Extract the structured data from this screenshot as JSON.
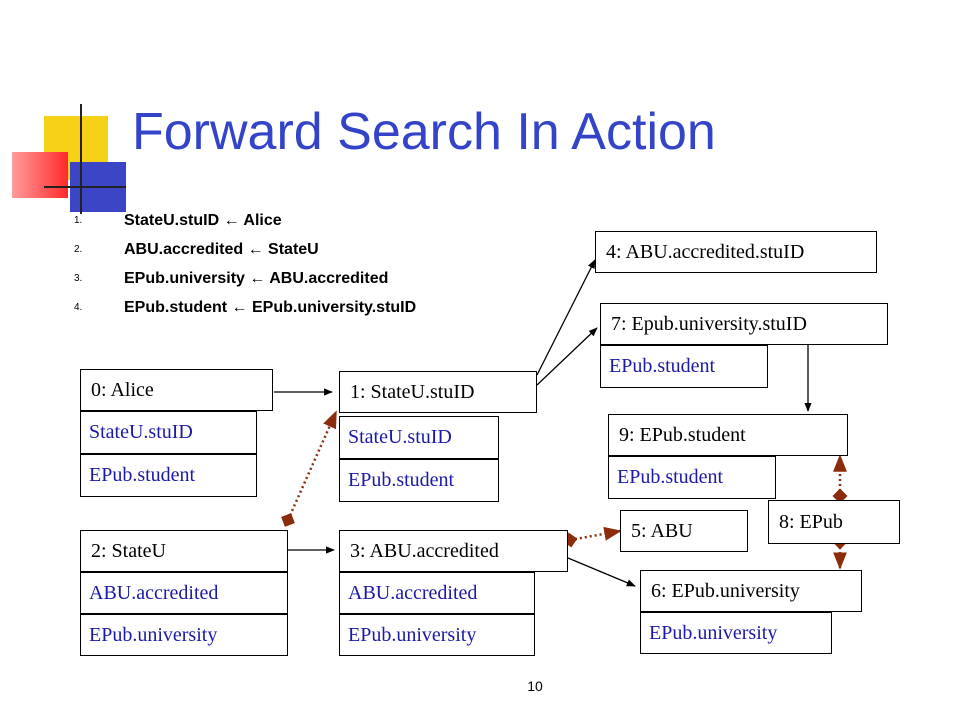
{
  "title": "Forward Search In Action",
  "rules": [
    {
      "num": "1.",
      "text": "StateU.stuID ← Alice"
    },
    {
      "num": "2.",
      "text": "ABU.accredited ← StateU"
    },
    {
      "num": "3.",
      "text": "EPub.university ← ABU.accredited"
    },
    {
      "num": "4.",
      "text": "EPub.student ← EPub.university.stuID"
    }
  ],
  "nodes": {
    "n0": {
      "label": "0: Alice",
      "rows": [
        "StateU.stuID",
        "EPub.student"
      ]
    },
    "n1": {
      "label": "1: StateU.stuID",
      "rows": [
        "StateU.stuID",
        "EPub.student"
      ]
    },
    "n2": {
      "label": "2: StateU",
      "rows": [
        "ABU.accredited",
        "EPub.university"
      ]
    },
    "n3": {
      "label": "3: ABU.accredited",
      "rows": [
        "ABU.accredited",
        "EPub.university"
      ]
    },
    "n4": {
      "label": "4: ABU.accredited.stuID",
      "rows": []
    },
    "n5": {
      "label": "5: ABU",
      "rows": []
    },
    "n6": {
      "label": "6: EPub.university",
      "rows": [
        "EPub.university"
      ]
    },
    "n7": {
      "label": "7: Epub.university.stuID",
      "rows": [
        "EPub.student"
      ]
    },
    "n8": {
      "label": "8: EPub",
      "rows": []
    },
    "n9": {
      "label": "9: EPub.student",
      "rows": [
        "EPub.student"
      ]
    }
  },
  "colors": {
    "title": "#3344c8",
    "row_text": "#1a1aa6",
    "dotted_link": "#8b2c0c"
  },
  "slide_number": "10"
}
